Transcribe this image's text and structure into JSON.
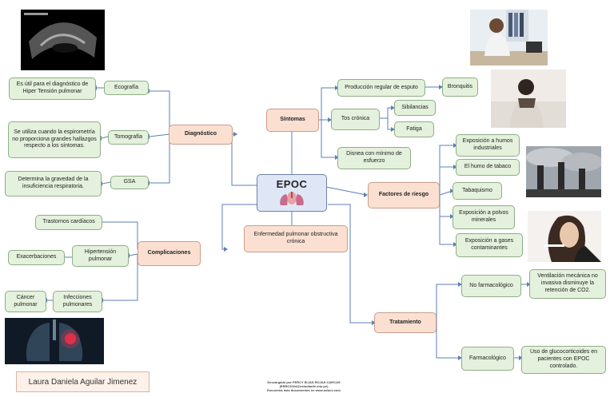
{
  "center": {
    "title": "EPOC",
    "definition": "Enfermedad pulmonar obstructiva crónica"
  },
  "branches": {
    "diagnostico": {
      "label": "Diagnóstico",
      "items": [
        {
          "label": "Ecografía",
          "detail": "Es útil para el diagnóstico de Hiper Tensión pulmonar"
        },
        {
          "label": "Tomografía",
          "detail": "Se utiliza cuando la espirometría no proporciona grandes hallazgos respecto a los síntomas."
        },
        {
          "label": "GSA",
          "detail": "Determina la gravedad de la insuficiencia respiratoria."
        }
      ]
    },
    "sintomas": {
      "label": "Síntomas",
      "items": [
        "Producción regular de esputo",
        "Bronquitis",
        "Tos crónica",
        "Sibilancias",
        "Fatiga",
        "Disnea con mínimo de esfuerzo"
      ]
    },
    "factores": {
      "label": "Factores de riesgo",
      "items": [
        "Exposición a humos industriales",
        "El humo de tabaco",
        "Tabaquismo",
        "Exposición a polvos minerales",
        "Exposición a gases contaminantes"
      ]
    },
    "complicaciones": {
      "label": "Complicaciones",
      "items": [
        "Trastornos cardíacos",
        "Hipertensión pulmonar",
        "Exacerbaciones",
        "Infecciones pulmonares",
        "Cáncer pulmonar"
      ]
    },
    "tratamiento": {
      "label": "Tratamiento",
      "items": [
        {
          "label": "No farmacológico",
          "detail": "Ventilación mecánica no invasiva disminuye la retención de CO2."
        },
        {
          "label": "Farmacológico",
          "detail": "Uso de glucocorticoides en pacientes con EPOC controlado."
        }
      ]
    }
  },
  "author": "Laura Daniela Aguilar Jimenez",
  "footer": {
    "line1": "Descargado por PERCY ELIAS ROJAS CARCAS",
    "line2": "(ERRC2024@estudiante.edu.pe)",
    "line3": "Encuentra más documentos en www.udocs.com"
  },
  "colors": {
    "green_fill": "#e4f1dc",
    "peach_fill": "#fbe0d2",
    "center_fill": "#dfe7f6",
    "connector": "#5b7fb5"
  }
}
